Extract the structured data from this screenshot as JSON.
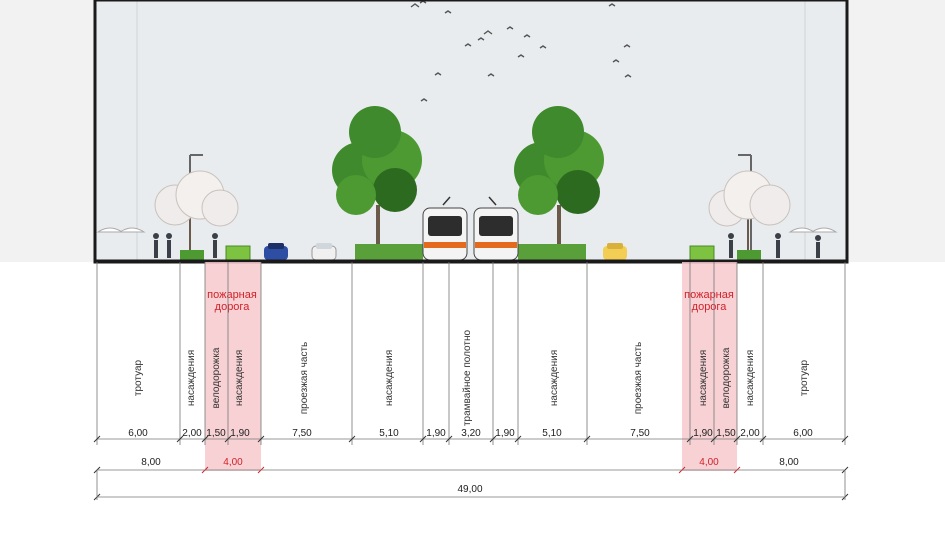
{
  "colors": {
    "sky": "#e9ecee",
    "frame": "#1a1a1a",
    "tree": "#3f8a2c",
    "tree_dark": "#2c6a1f",
    "hedge": "#5aa03a",
    "fire_lane_fill": "#f6c9cc",
    "fire_lane_text": "#d2222a",
    "green_block": "#7ec242",
    "bird": "#555555",
    "dim_line": "#777777"
  },
  "zones": [
    {
      "id": "sidewalk-left",
      "label": "тротуар",
      "width": "6,00"
    },
    {
      "id": "planting-1",
      "label": "насаждения",
      "width": "2,00"
    },
    {
      "id": "bike-left",
      "label": "велодорожка",
      "width": "1,50"
    },
    {
      "id": "planting-2",
      "label": "насаждения",
      "width": "1,90"
    },
    {
      "id": "roadway-left",
      "label": "проезжая часть",
      "width": "7,50"
    },
    {
      "id": "planting-3",
      "label": "насаждения",
      "width": "5,10"
    },
    {
      "id": "tram-lane-left",
      "label": "",
      "width": "1,90"
    },
    {
      "id": "tramway",
      "label": "трамвайное полотно",
      "width": "3,20"
    },
    {
      "id": "tram-lane-right",
      "label": "",
      "width": "1,90"
    },
    {
      "id": "planting-4",
      "label": "насаждения",
      "width": "5,10"
    },
    {
      "id": "roadway-right",
      "label": "проезжая часть",
      "width": "7,50"
    },
    {
      "id": "planting-5",
      "label": "насаждения",
      "width": "1,90"
    },
    {
      "id": "bike-right",
      "label": "велодорожка",
      "width": "1,50"
    },
    {
      "id": "planting-6",
      "label": "насаждения",
      "width": "2,00"
    },
    {
      "id": "sidewalk-right",
      "label": "тротуар",
      "width": "6,00"
    }
  ],
  "fire_lane": {
    "label_line1": "пожарная",
    "label_line2": "дорога",
    "width": "4,00"
  },
  "sidewalk_group_width": "8,00",
  "total_width": "49,00"
}
